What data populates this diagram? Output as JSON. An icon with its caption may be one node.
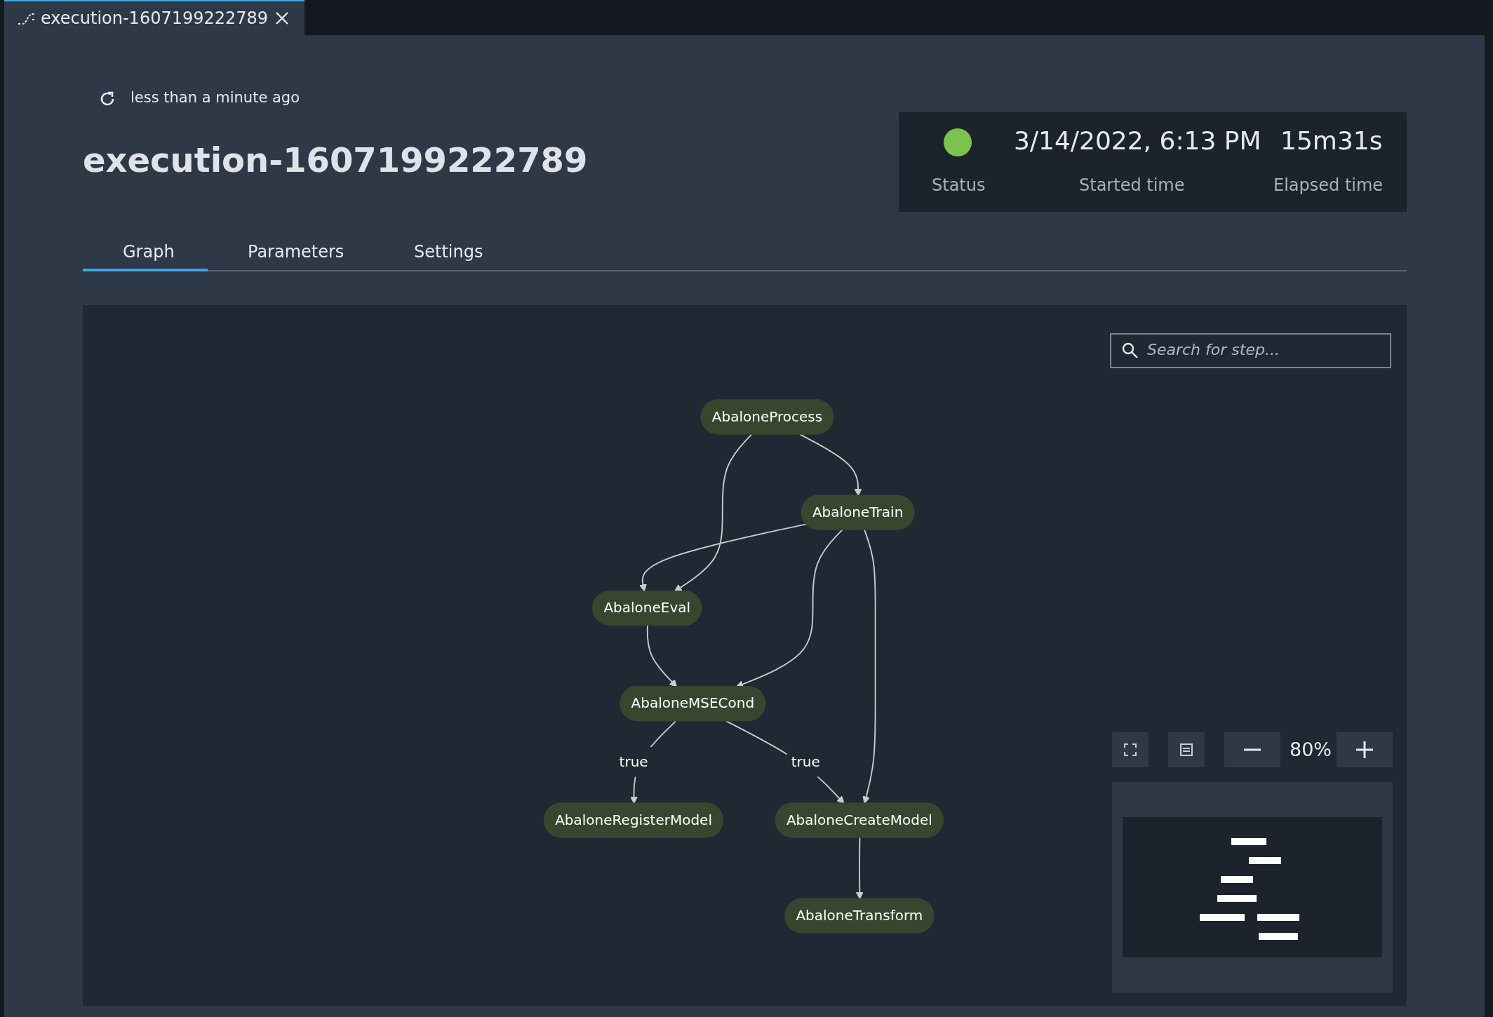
{
  "diagram": {
    "title": "execution-1607199222789",
    "nodes": [
      {
        "text": [
          "AbaloneProcess"
        ]
      },
      {
        "text": [
          "AbaloneTrain"
        ]
      },
      {
        "text": [
          "AbaloneEval"
        ]
      },
      {
        "text": [
          "AbaloneMSECond"
        ]
      },
      {
        "text": [
          "AbaloneRegisterModel"
        ]
      },
      {
        "text": [
          "AbaloneCreateModel"
        ]
      },
      {
        "text": [
          "AbaloneTransform"
        ]
      }
    ],
    "edges": [
      {
        "from": 0,
        "to": 1,
        "arrow": "to"
      },
      {
        "from": 0,
        "to": 2,
        "arrow": "to"
      },
      {
        "from": 1,
        "to": 2,
        "arrow": "to"
      },
      {
        "from": 1,
        "to": 3,
        "arrow": "to"
      },
      {
        "from": 1,
        "to": 5,
        "arrow": "to"
      },
      {
        "from": 2,
        "to": 3,
        "arrow": "to"
      },
      {
        "from": 3,
        "to": 4,
        "arrow": "to",
        "label": "true"
      },
      {
        "from": 3,
        "to": 5,
        "arrow": "to",
        "label": "true"
      },
      {
        "from": 5,
        "to": 6,
        "arrow": "to"
      }
    ],
    "labels": [
      "execution-1607199222789",
      "less than a minute ago",
      "3/14/2022, 6:13 PM",
      "15m31s",
      "Status",
      "Started time",
      "Elapsed time",
      "Graph",
      "Parameters",
      "Settings",
      "Search for step...",
      "80%"
    ]
  }
}
